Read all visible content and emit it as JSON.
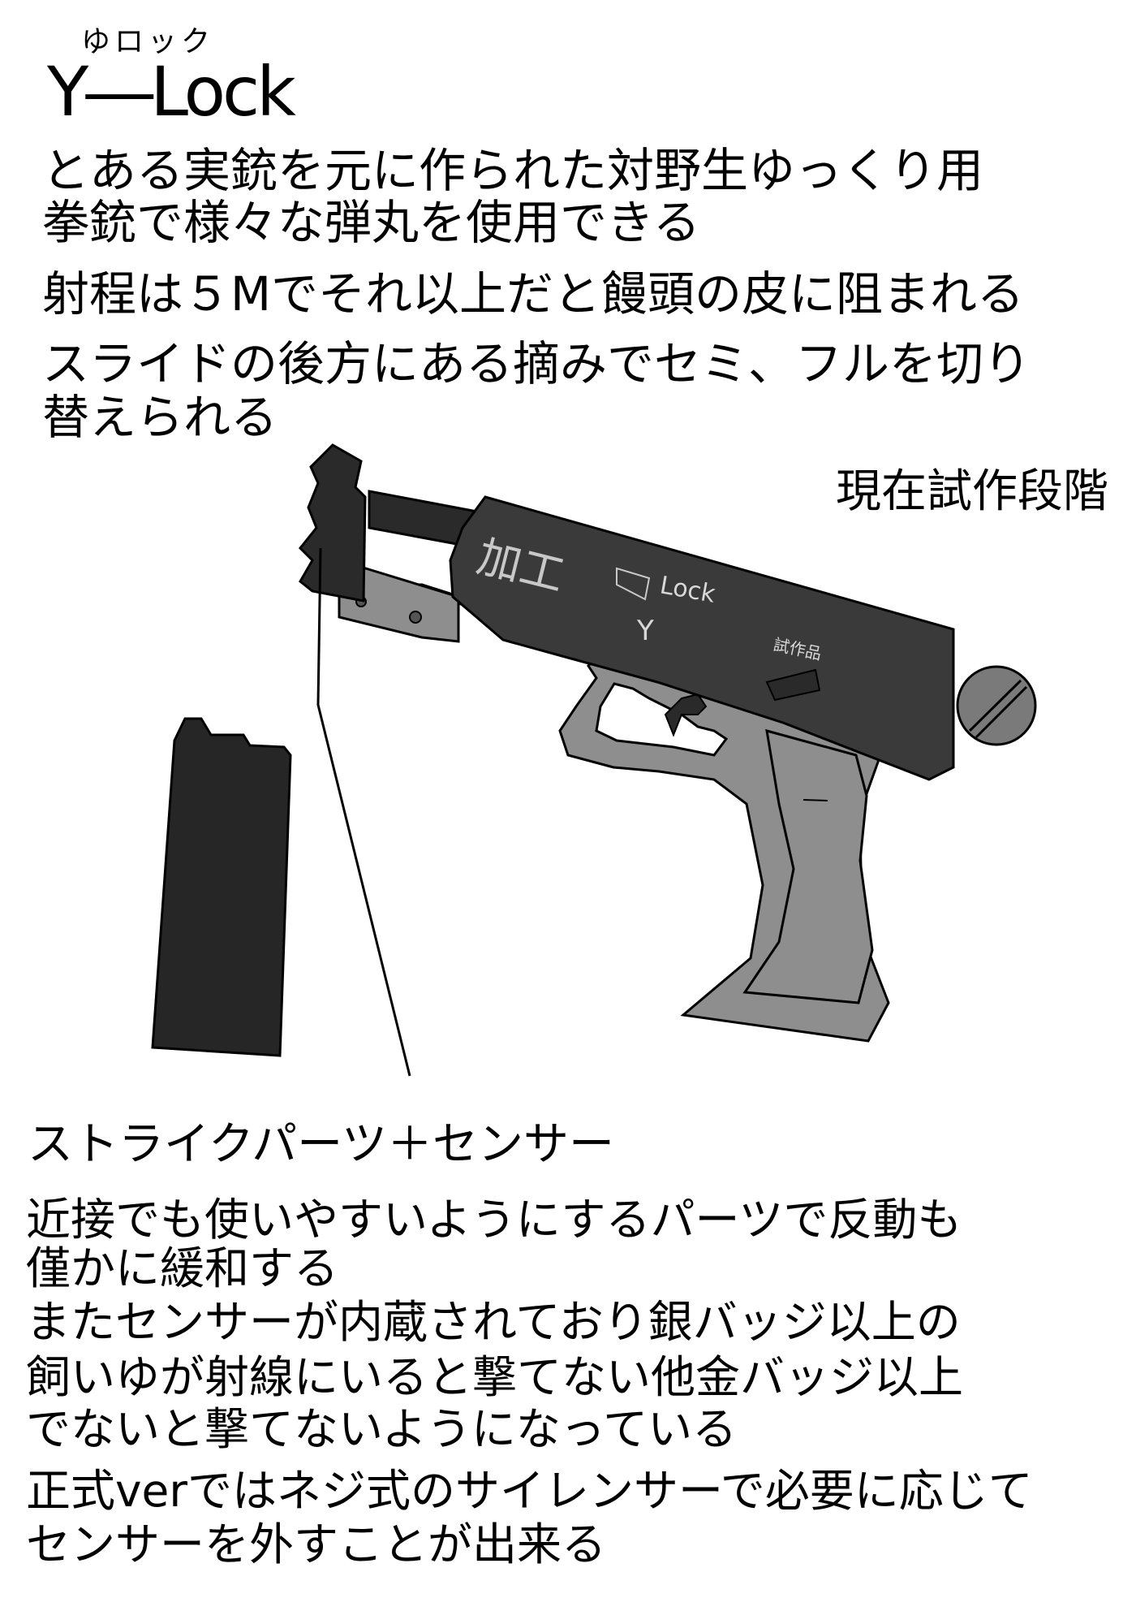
{
  "header": {
    "ruby": "ゆロック",
    "title": "Y―Lock"
  },
  "description": {
    "line1": "とある実銃を元に作られた対野生ゆっくり用",
    "line2": "拳銃で様々な弾丸を使用できる",
    "line3": "射程は５Mでそれ以上だと饅頭の皮に阻まれる",
    "line4": "スライドの後方にある摘みでセミ、フルを切り",
    "line5": "替えられる"
  },
  "status": "現在試作段階",
  "drawing": {
    "slide_marking": "加工",
    "logo_text": "Lock",
    "logo_letter": "Y",
    "prototype_mark": "試作品",
    "colors": {
      "slide": "#3a3a3a",
      "frame": "#8e8e8e",
      "magazine": "#262626",
      "outline": "#000000"
    }
  },
  "callout": {
    "label": "ストライクパーツ＋センサー"
  },
  "details": {
    "line1": "近接でも使いやすいようにするパーツで反動も",
    "line2": "僅かに緩和する",
    "line3": "またセンサーが内蔵されており銀バッジ以上の",
    "line4": "飼いゆが射線にいると撃てない他金バッジ以上",
    "line5": "でないと撃てないようになっている",
    "line6": "正式verではネジ式のサイレンサーで必要に応じて",
    "line7": "センサーを外すことが出来る"
  }
}
